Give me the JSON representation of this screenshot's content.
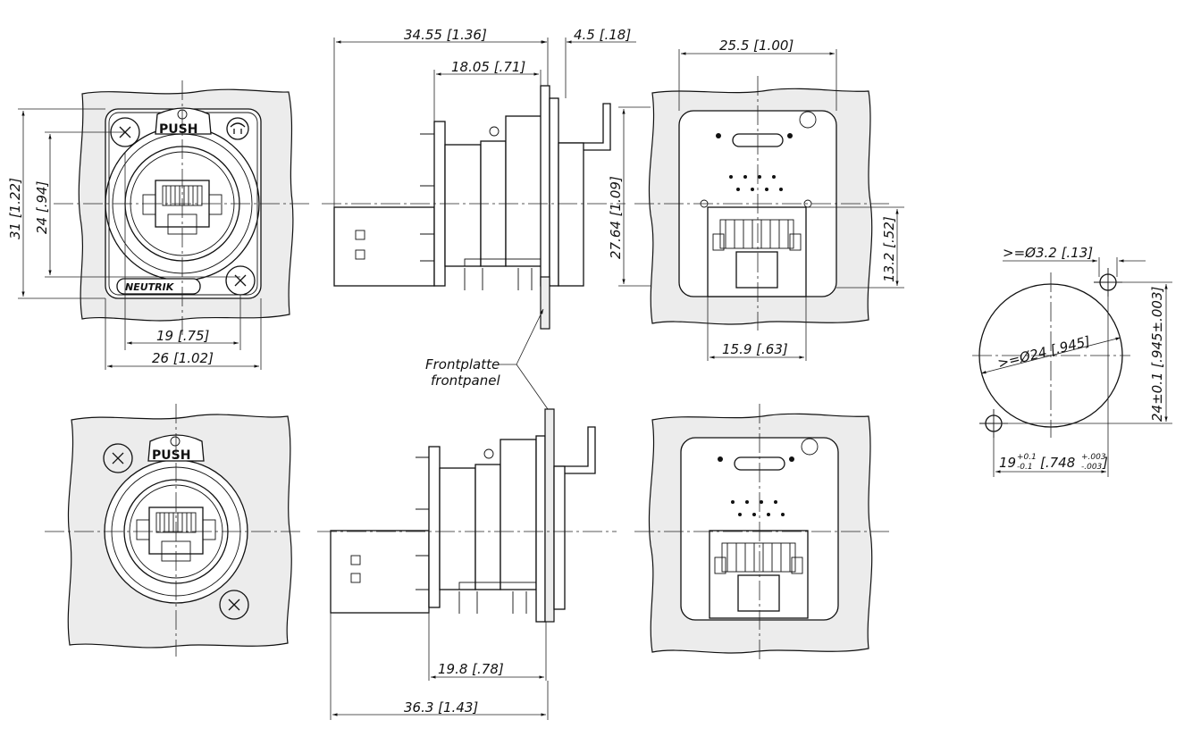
{
  "dimensions": {
    "front_height": "31 [1.22]",
    "front_inner_height": "24 [.94]",
    "front_screw_spacing": "19 [.75]",
    "front_width": "26 [1.02]",
    "side_overall_top": "34.55 [1.36]",
    "side_flange": "4.5 [.18]",
    "side_depth_top": "18.05 [.71]",
    "side_height": "27.64 [1.09]",
    "rear_width": "25.5 [1.00]",
    "rear_jack_height": "13.2 [.52]",
    "rear_jack_width": "15.9 [.63]",
    "side_depth_bottom": "19.8 [.78]",
    "side_overall_bottom": "36.3 [1.43]",
    "cutout_hole": ">=Ø3.2 [.13]",
    "cutout_diameter": ">=Ø24 [.945]",
    "cutout_vertical": "24±0.1 [.945±.003]",
    "cutout_horizontal_main": "19",
    "cutout_horizontal_tol_plus": "+0.1",
    "cutout_horizontal_tol_minus": "-0.1",
    "cutout_horizontal_inch": "[.748",
    "cutout_horizontal_inch_tol_plus": "+.003",
    "cutout_horizontal_inch_tol_minus": "-.003",
    "cutout_horizontal_inch_end": "]"
  },
  "labels": {
    "frontplate_de": "Frontplatte",
    "frontplate_en": "frontpanel",
    "push_top": "PUSH",
    "push_bottom": "PUSH",
    "brand": "NEUTRIK"
  }
}
